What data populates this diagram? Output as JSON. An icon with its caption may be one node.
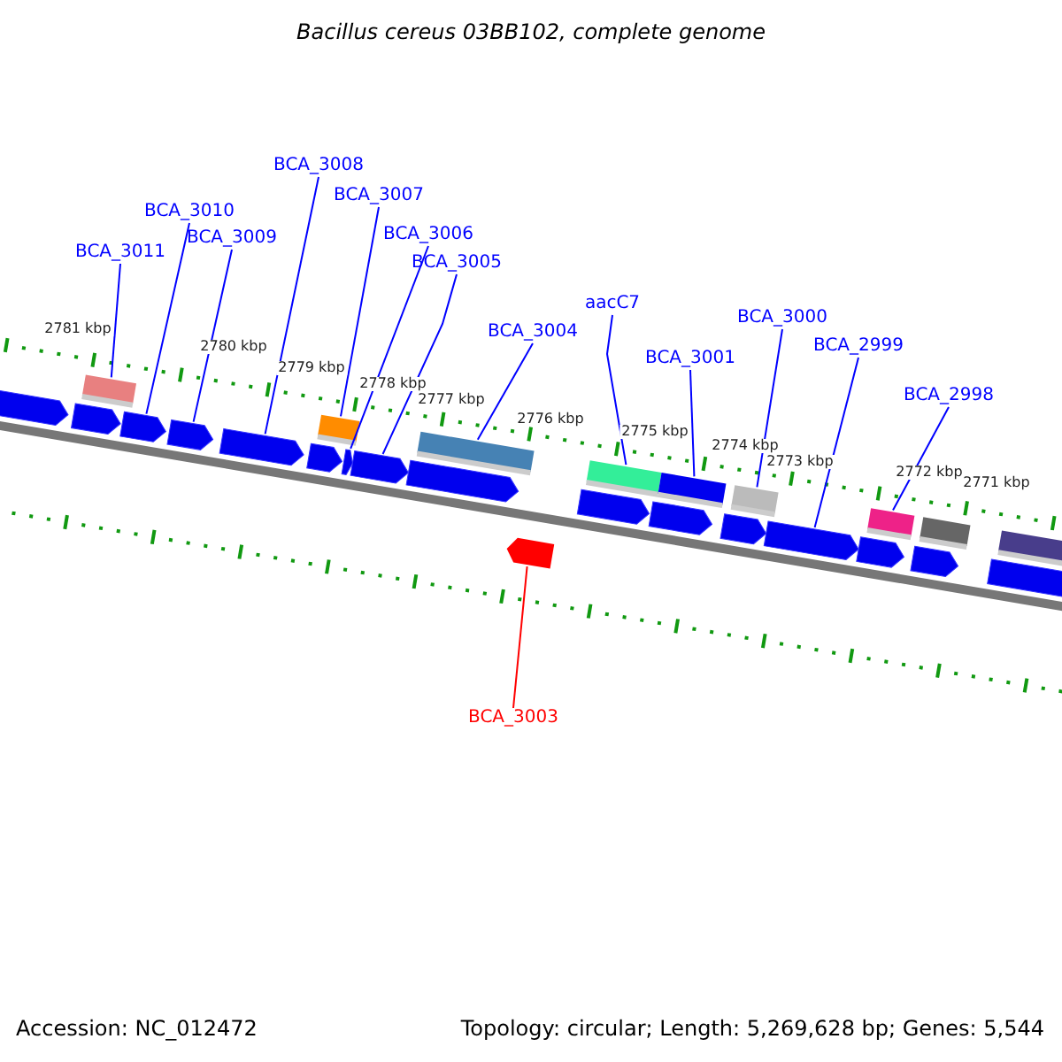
{
  "diagram": {
    "title": "Bacillus cereus 03BB102, complete genome",
    "nodes": [
      {
        "text": [
          "BCA_3011"
        ]
      },
      {
        "text": [
          "BCA_3010"
        ]
      },
      {
        "text": [
          "BCA_3009"
        ]
      },
      {
        "text": [
          "BCA_3008"
        ]
      },
      {
        "text": [
          "BCA_3007"
        ]
      },
      {
        "text": [
          "BCA_3006"
        ]
      },
      {
        "text": [
          "BCA_3005"
        ]
      },
      {
        "text": [
          "BCA_3004"
        ]
      },
      {
        "text": [
          "aacC7"
        ]
      },
      {
        "text": [
          "BCA_3001"
        ]
      },
      {
        "text": [
          "BCA_3000"
        ]
      },
      {
        "text": [
          "BCA_2999"
        ]
      },
      {
        "text": [
          "BCA_2998"
        ]
      },
      {
        "text": [
          "BCA_3003"
        ]
      },
      {
        "text": [],
        "shape": "arrow"
      },
      {
        "text": [],
        "shape": "arrow"
      },
      {
        "text": [],
        "shape": "bar"
      },
      {
        "text": [],
        "shape": "arrow"
      },
      {
        "text": [],
        "shape": "arrow"
      },
      {
        "text": [],
        "shape": "arrow"
      },
      {
        "text": [],
        "shape": "arrow"
      },
      {
        "text": [],
        "shape": "bar"
      },
      {
        "text": [],
        "shape": "arrow"
      },
      {
        "text": [],
        "shape": "arrow"
      },
      {
        "text": [],
        "shape": "arrow"
      },
      {
        "text": [],
        "shape": "bar"
      },
      {
        "text": [],
        "shape": "arrow"
      },
      {
        "text": [],
        "shape": "arrow"
      },
      {
        "text": [],
        "shape": "bar"
      },
      {
        "text": [],
        "shape": "arrow"
      },
      {
        "text": [],
        "shape": "bar"
      },
      {
        "text": [],
        "shape": "arrow"
      },
      {
        "text": [],
        "shape": "bar"
      },
      {
        "text": [],
        "shape": "arrow"
      },
      {
        "text": [],
        "shape": "arrow"
      },
      {
        "text": [],
        "shape": "bar"
      },
      {
        "text": [],
        "shape": "arrow"
      },
      {
        "text": [],
        "shape": "bar"
      },
      {
        "text": [],
        "shape": "arrow"
      },
      {
        "text": [],
        "shape": "bar"
      }
    ],
    "edges": [
      {
        "from": 0,
        "to": 16,
        "arrow": "none"
      },
      {
        "from": 1,
        "to": 17,
        "arrow": "none"
      },
      {
        "from": 2,
        "to": 18,
        "arrow": "none"
      },
      {
        "from": 3,
        "to": 19,
        "arrow": "none"
      },
      {
        "from": 4,
        "to": 21,
        "arrow": "none"
      },
      {
        "from": 5,
        "to": 22,
        "arrow": "none"
      },
      {
        "from": 6,
        "to": 23,
        "arrow": "none"
      },
      {
        "from": 7,
        "to": 25,
        "arrow": "none"
      },
      {
        "from": 8,
        "to": 28,
        "arrow": "none"
      },
      {
        "from": 9,
        "to": 30,
        "arrow": "none"
      },
      {
        "from": 10,
        "to": 32,
        "arrow": "none"
      },
      {
        "from": 11,
        "to": 33,
        "arrow": "none"
      },
      {
        "from": 12,
        "to": 35,
        "arrow": "none"
      },
      {
        "from": 13,
        "to": 26,
        "arrow": "none",
        "color": "#ff0000"
      }
    ],
    "labels": [
      "2781 kbp",
      "2780 kbp",
      "2779 kbp",
      "2778 kbp",
      "2777 kbp",
      "2776 kbp",
      "2775 kbp",
      "2774 kbp",
      "2773 kbp",
      "2772 kbp",
      "2771 kbp",
      "Accession: NC_012472",
      "Topology: circular; Length: 5,269,628 bp; Genes: 5,544"
    ]
  }
}
